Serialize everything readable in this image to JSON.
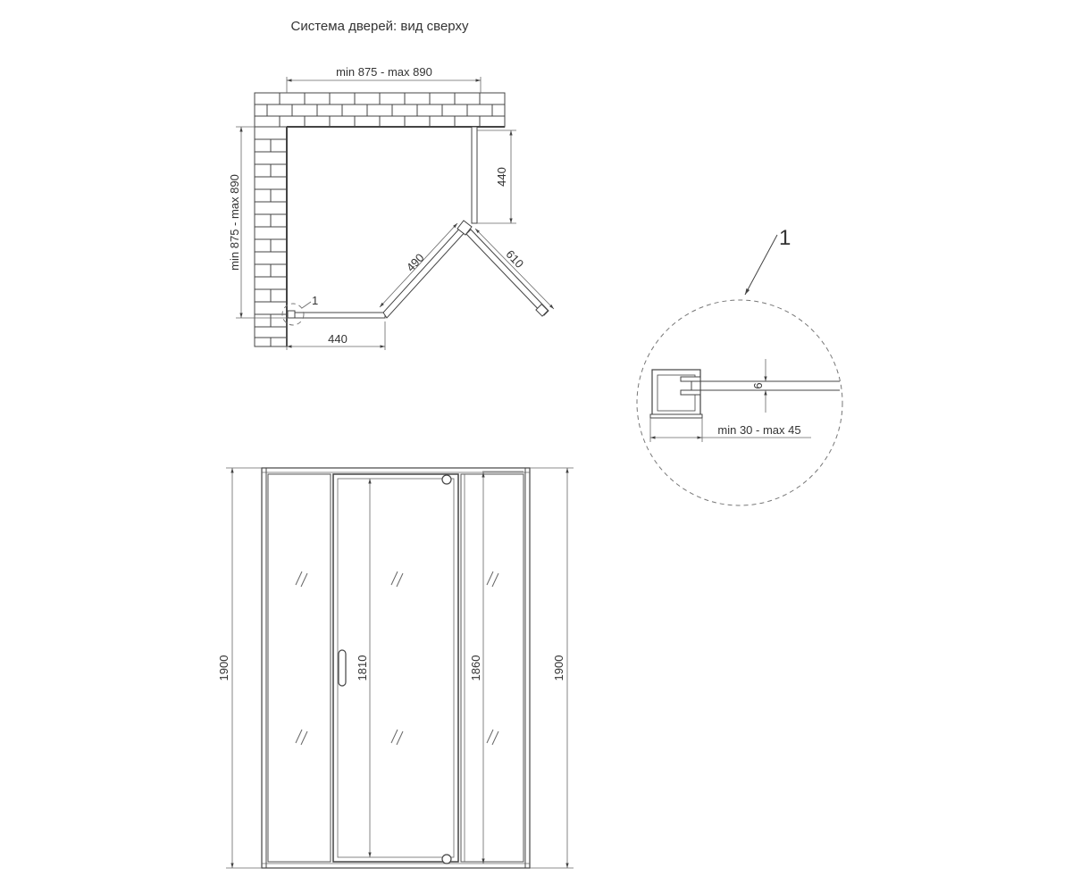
{
  "title": "Система дверей: вид сверху",
  "top_view": {
    "dim_top_width": "min 875 - max 890",
    "dim_left_depth": "min 875 - max 890",
    "dim_right_wall": "440",
    "dim_bottom_wall": "440",
    "dim_diag_left": "490",
    "dim_diag_door": "610",
    "detail_ref": "1"
  },
  "detail": {
    "callout": "1",
    "dim_glass": "6",
    "dim_adjust": "min 30 - max 45"
  },
  "front_view": {
    "dim_left_height": "1900",
    "dim_door_height": "1810",
    "dim_panel_height": "1860",
    "dim_right_height": "1900"
  }
}
